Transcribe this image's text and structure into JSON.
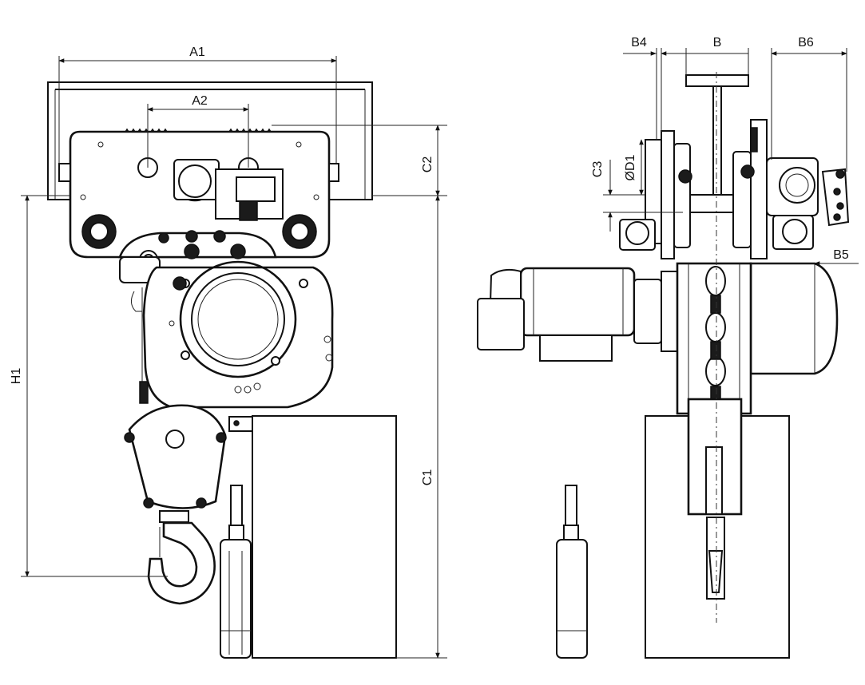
{
  "dimensions": {
    "a1": "A1",
    "a2": "A2",
    "c1": "C1",
    "c2": "C2",
    "c3": "C3",
    "d1": "ØD1",
    "h1": "H1",
    "b": "B",
    "b4": "B4",
    "b5": "B5",
    "b6": "B6"
  }
}
